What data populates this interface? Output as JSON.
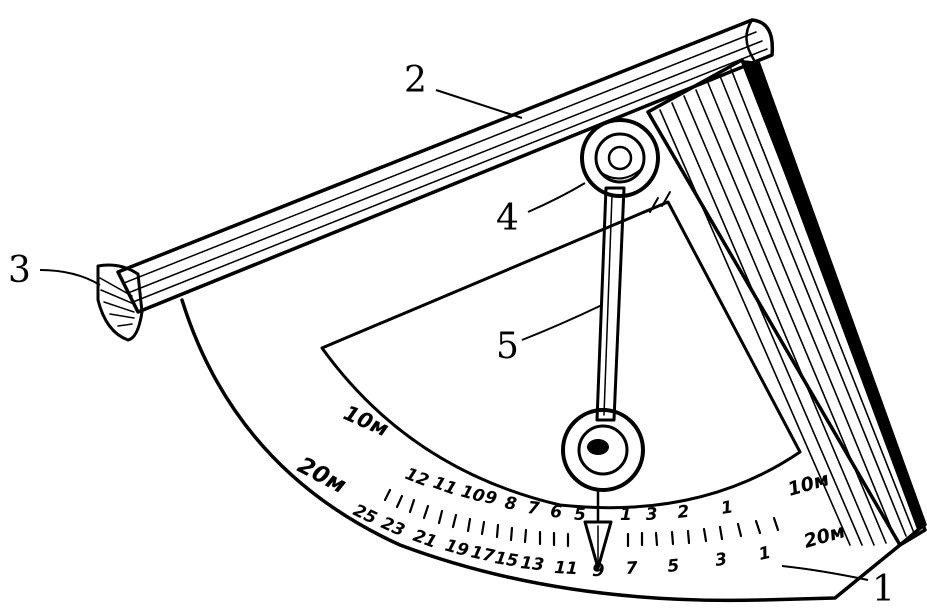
{
  "callouts": {
    "c1": "1",
    "c2": "2",
    "c3": "3",
    "c4": "4",
    "c5": "5"
  },
  "scale": {
    "range_left_inner": "10м",
    "range_left_outer": "20м",
    "range_right_inner": "10м",
    "range_right_outer": "20м",
    "inner_numbers": [
      "12",
      "11",
      "10",
      "9",
      "8",
      "7",
      "6",
      "5",
      "1",
      "3",
      "2",
      "1"
    ],
    "outer_numbers": [
      "25",
      "23",
      "21",
      "19",
      "17",
      "15",
      "13",
      "11",
      "9",
      "7",
      "5",
      "3",
      "1"
    ]
  }
}
